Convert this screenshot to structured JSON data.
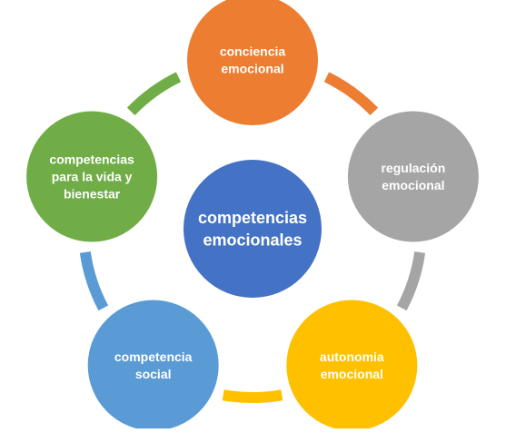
{
  "diagram": {
    "center": {
      "lines": [
        "competencias",
        "emocionales"
      ],
      "color": "#4472C4"
    },
    "nodes": [
      {
        "id": "conciencia",
        "lines": [
          "conciencia",
          "emocional"
        ],
        "color": "#ED7D31"
      },
      {
        "id": "regulacion",
        "lines": [
          "regulación",
          "emocional"
        ],
        "color": "#A5A5A5"
      },
      {
        "id": "autonomia",
        "lines": [
          "autonomia",
          "emocional"
        ],
        "color": "#FFC000"
      },
      {
        "id": "social",
        "lines": [
          "competencia",
          "social"
        ],
        "color": "#5B9BD5"
      },
      {
        "id": "vida",
        "lines": [
          "competencias",
          "para la vida y",
          "bienestar"
        ],
        "color": "#70AD47"
      }
    ],
    "text_color": "#FFFFFF"
  }
}
